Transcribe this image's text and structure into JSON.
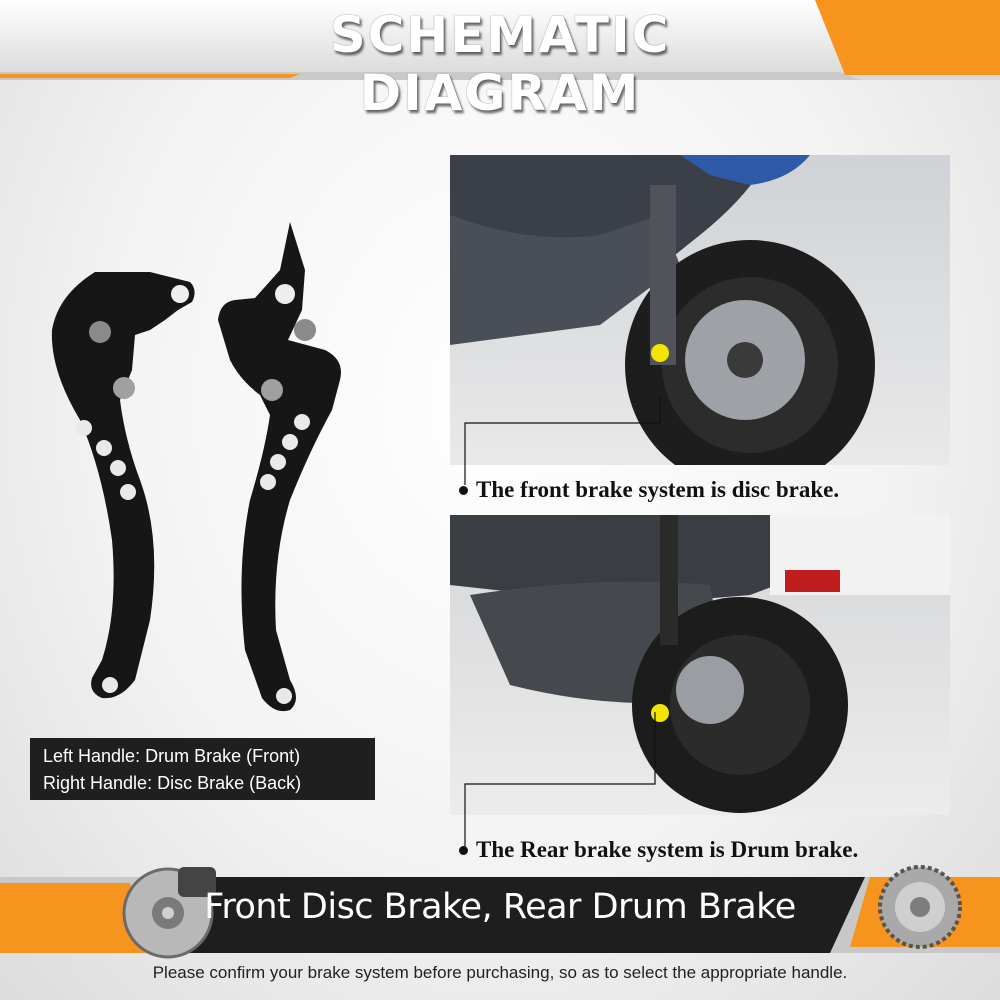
{
  "header": {
    "title": "SCHEMATIC DIAGRAM",
    "accent_color": "#f7941d"
  },
  "levers": {
    "caption_line1": "Left Handle: Drum Brake (Front)",
    "caption_line2": "Right Handle: Disc Brake (Back)"
  },
  "photos": {
    "front_caption": "The front brake system is disc brake.",
    "rear_caption": "The Rear brake system is Drum brake."
  },
  "banner": {
    "text": "Front Disc Brake, Rear Drum Brake"
  },
  "footer": {
    "note": "Please confirm your brake system before purchasing, so as to select the appropriate handle."
  }
}
